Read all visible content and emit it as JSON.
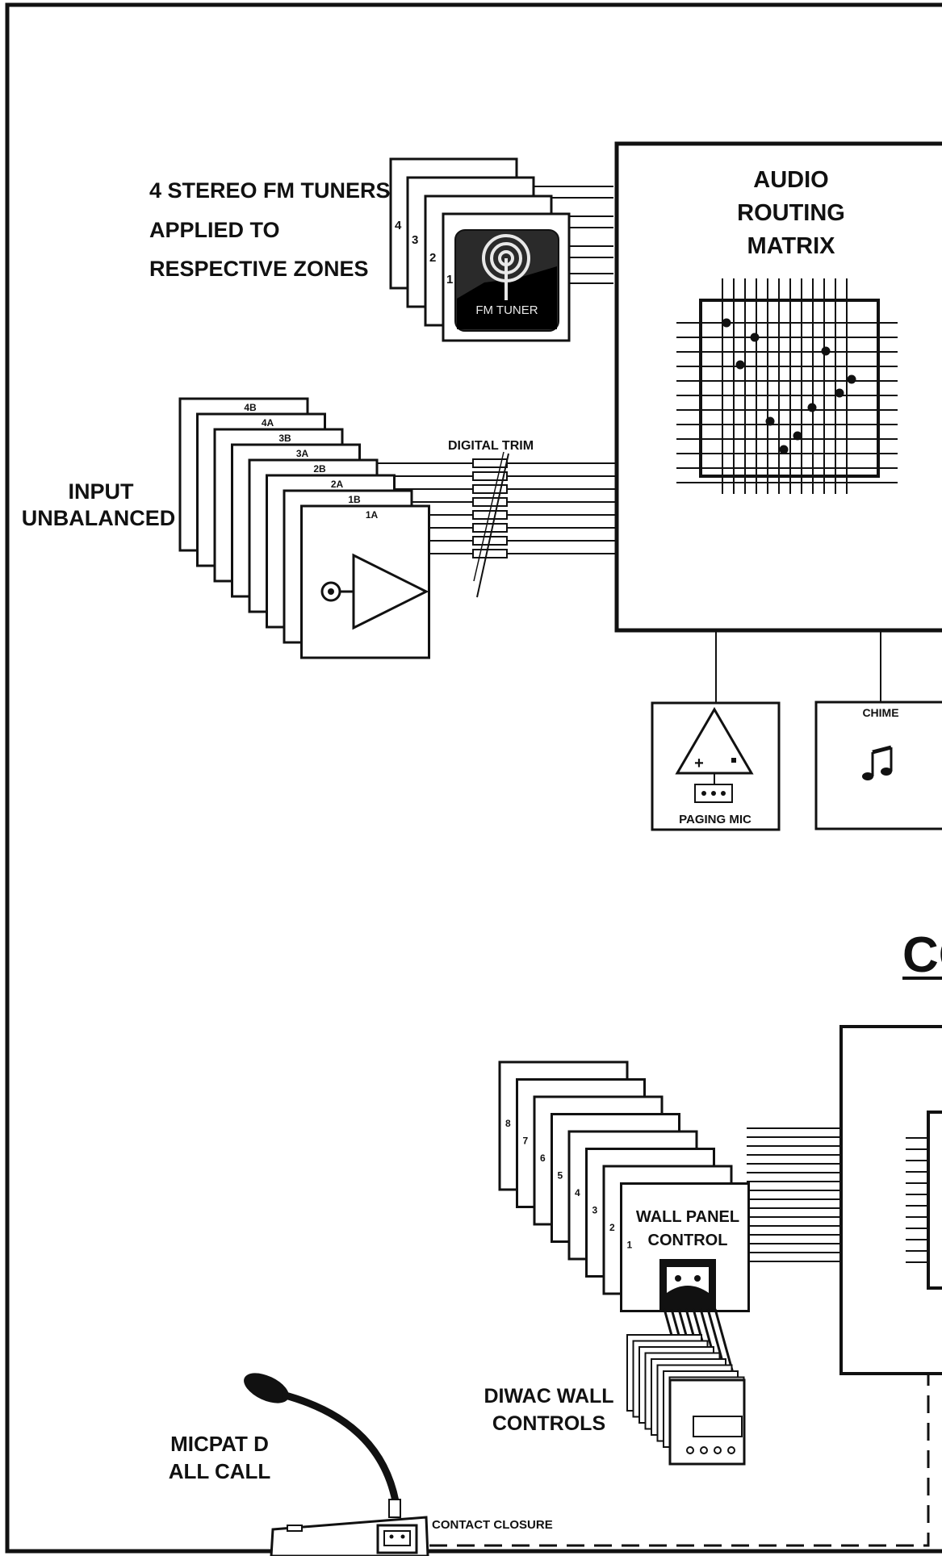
{
  "fm_tuners": {
    "caption_lines": [
      "4 STEREO FM TUNERS",
      "APPLIED TO",
      "RESPECTIVE ZONES"
    ],
    "card_numbers": [
      "4",
      "3",
      "2",
      "1"
    ],
    "icon_label": "FM TUNER"
  },
  "inputs": {
    "caption_lines": [
      "INPUT",
      "UNBALANCED"
    ],
    "card_labels": [
      "4B",
      "4A",
      "3B",
      "3A",
      "2B",
      "2A",
      "1B",
      "1A"
    ],
    "trim_label": "DIGITAL TRIM"
  },
  "matrix": {
    "title_lines": [
      "AUDIO",
      "ROUTING",
      "MATRIX"
    ]
  },
  "paging": {
    "label": "PAGING MIC"
  },
  "chime": {
    "label": "CHIME"
  },
  "section_heading_partial": "CO",
  "wall_panels": {
    "card_title_lines": [
      "WALL PANEL",
      "CONTROL"
    ],
    "card_numbers": [
      "8",
      "7",
      "6",
      "5",
      "4",
      "3",
      "2",
      "1"
    ]
  },
  "diwac": {
    "caption_lines": [
      "DIWAC WALL",
      "CONTROLS"
    ]
  },
  "micpat": {
    "caption_lines": [
      "MICPAT D",
      "ALL CALL"
    ],
    "contact_label": "CONTACT CLOSURE"
  }
}
